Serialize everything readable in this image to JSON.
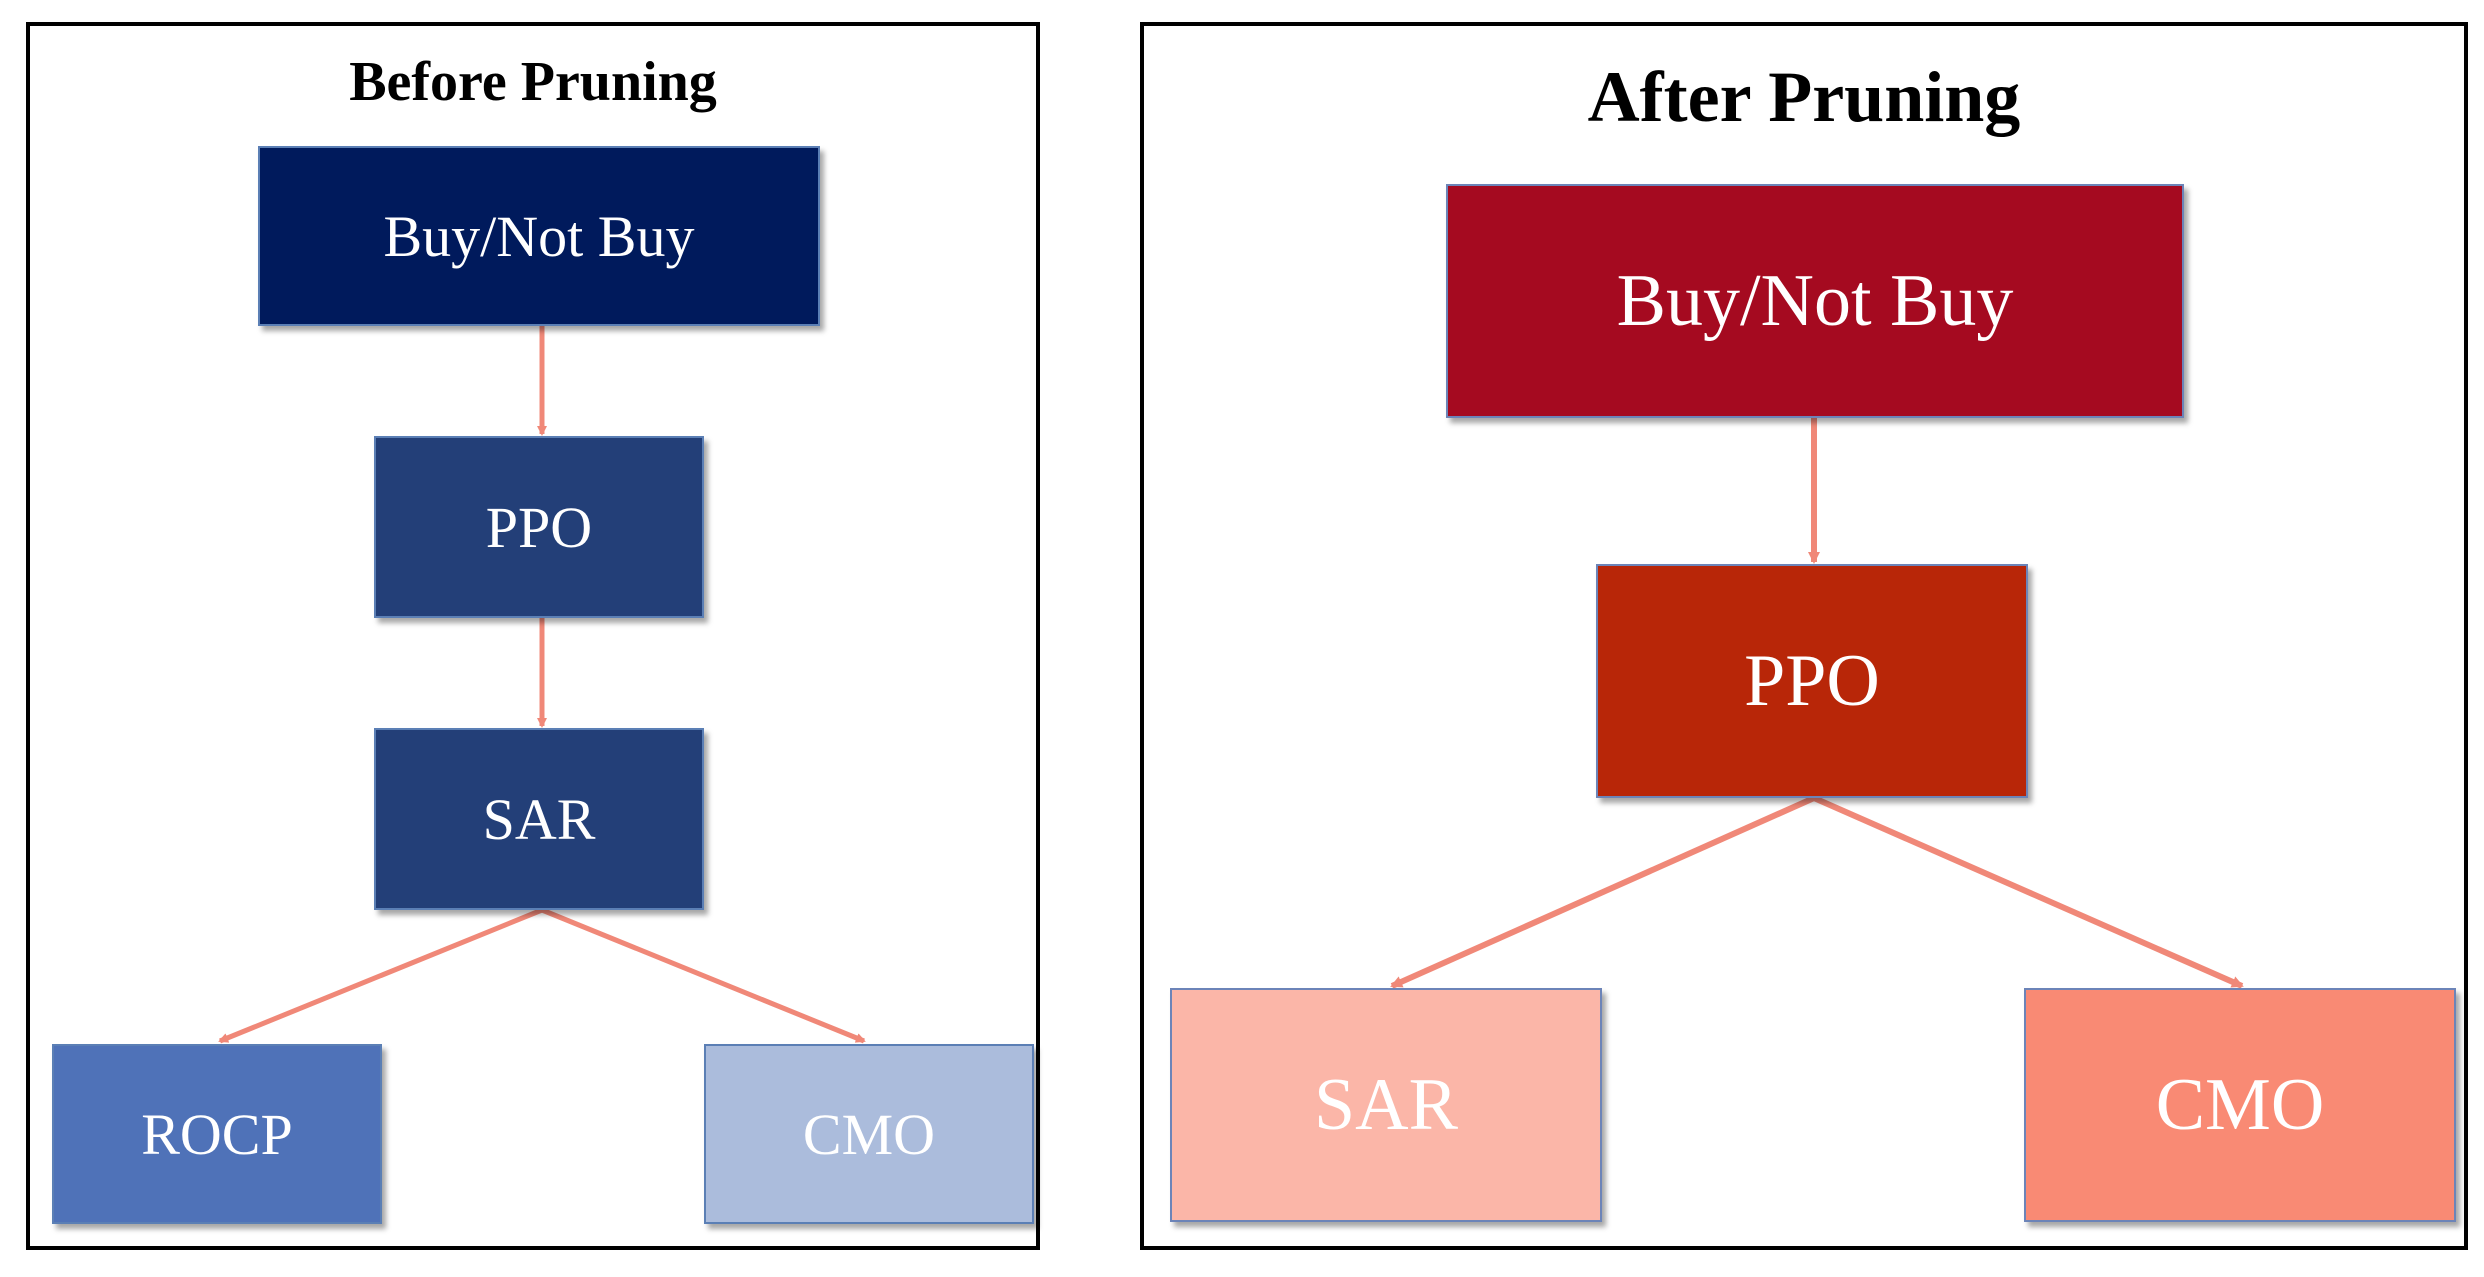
{
  "before": {
    "title": "Before Pruning",
    "nodes": {
      "root": "Buy/Not Buy",
      "ppo": "PPO",
      "sar": "SAR",
      "rocp": "ROCP",
      "cmo": "CMO"
    },
    "colors": {
      "root": "#001a5c",
      "ppo": "#233f78",
      "sar": "#233f78",
      "rocp": "#4f72b8",
      "cmo": "#abbcdc",
      "edge": "#f08878"
    },
    "edges": [
      [
        "root",
        "ppo"
      ],
      [
        "ppo",
        "sar"
      ],
      [
        "sar",
        "rocp"
      ],
      [
        "sar",
        "cmo"
      ]
    ]
  },
  "after": {
    "title": "After Pruning",
    "nodes": {
      "root": "Buy/Not Buy",
      "ppo": "PPO",
      "sar": "SAR",
      "cmo": "CMO"
    },
    "colors": {
      "root": "#a50a20",
      "ppo": "#b82608",
      "sar": "#fbb6a8",
      "cmo": "#f98a74",
      "edge": "#f08878"
    },
    "edges": [
      [
        "root",
        "ppo"
      ],
      [
        "ppo",
        "sar"
      ],
      [
        "ppo",
        "cmo"
      ]
    ]
  }
}
